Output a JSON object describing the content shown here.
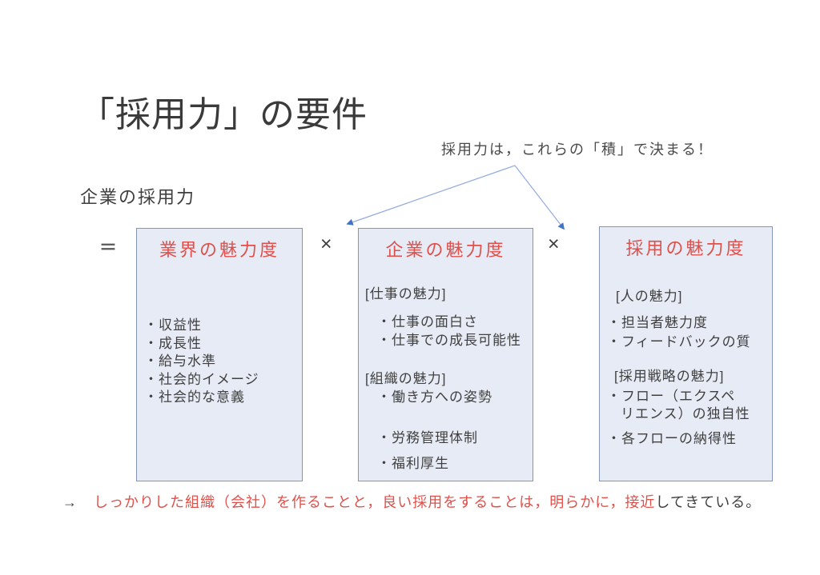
{
  "slide": {
    "title": "「採用力」の要件",
    "subtitle": "企業の採用力",
    "annotation": "採用力は，これらの「積」で決まる！",
    "operators": {
      "equals": "＝",
      "times": "×"
    },
    "boxes": [
      {
        "title": "業界の魅力度",
        "lines": [
          "・収益性",
          "・成長性",
          "・給与水準",
          "・社会的イメージ",
          "・社会的な意義"
        ]
      },
      {
        "title": "企業の魅力度",
        "lines": [
          "[仕事の魅力]",
          "・仕事の面白さ",
          "・仕事での成長可能性",
          "[組織の魅力]",
          "・働き方への姿勢",
          "・労務管理体制",
          "・福利厚生"
        ]
      },
      {
        "title": "採用の魅力度",
        "lines": [
          "[人の魅力]",
          "・担当者魅力度",
          "・フィードバックの質",
          "[採用戦略の魅力]",
          "・フロー（エクスペ",
          "リエンス）の独自性",
          "・各フローの納得性"
        ]
      }
    ],
    "conclusion": {
      "lead_arrow": "→",
      "red_text": "しっかりした組織（会社）を作ることと，良い採用をすることは，明らかに，接近",
      "dark_text": "してきている。"
    },
    "colors": {
      "accent_red": "#e0504b",
      "box_fill": "#e7ebf5",
      "box_border": "#8496b8",
      "arrow_line_blue": "#92abdf",
      "arrowhead_blue": "#4472c4",
      "text_dark": "#404040"
    }
  }
}
